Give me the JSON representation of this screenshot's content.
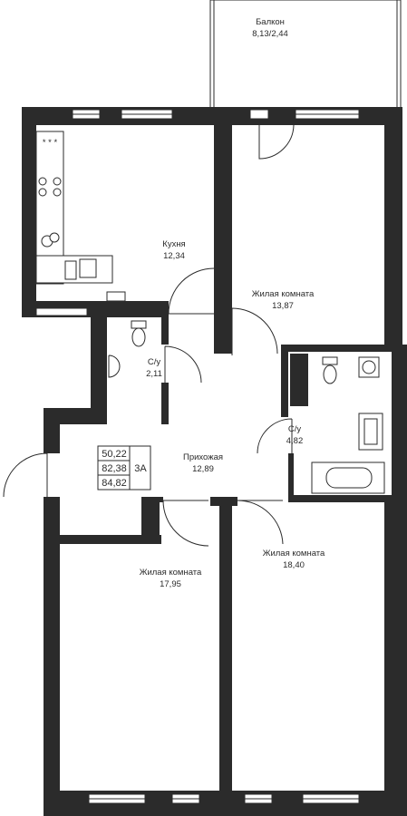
{
  "rooms": {
    "balcony": {
      "name": "Балкон",
      "area": "8,13/2,44"
    },
    "kitchen": {
      "name": "Кухня",
      "area": "12,34"
    },
    "living_top": {
      "name": "Жилая комната",
      "area": "13,87"
    },
    "bath_left": {
      "name": "С/у",
      "area": "2,11"
    },
    "bath_right": {
      "name": "С/у",
      "area": "4,82"
    },
    "hall": {
      "name": "Прихожая",
      "area": "12,89"
    },
    "living_left": {
      "name": "Жилая комната",
      "area": "17,95"
    },
    "living_right": {
      "name": "Жилая комната",
      "area": "18,40"
    }
  },
  "summary": {
    "living_area": "50,22",
    "total_area": "82,38",
    "total_with_balcony": "84,82",
    "apartment_type": "3А"
  }
}
